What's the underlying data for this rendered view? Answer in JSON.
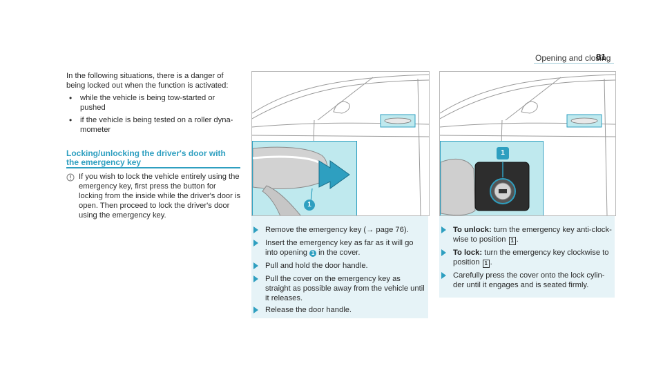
{
  "header": {
    "title": "Opening and closing",
    "page_number": "81"
  },
  "left": {
    "intro": "In the following situations, there is a danger of being locked out when the function is activated:",
    "bullets": [
      {
        "line1": "while the vehicle is being tow-started or",
        "line2": "pushed"
      },
      {
        "line1": "if the vehicle is being tested on a roller dyna-",
        "line2": "mometer"
      }
    ],
    "section_title": "Locking/unlocking the driver's door with the emergency key",
    "note": "If you wish to lock the vehicle entirely using the emergency key, first press the button for locking from the inside while the driver's door is open. Then proceed to lock the driver's door using the emergency key."
  },
  "figures": {
    "callout_label": "1"
  },
  "middle_steps": [
    {
      "pre": "Remove the emergency key (",
      "arrow": "→",
      "post": " page 76)."
    },
    {
      "pre": "Insert the emergency key as far as it will go into opening ",
      "ref": "1",
      "post": " in the cover."
    },
    {
      "text": "Pull and hold the door handle."
    },
    {
      "text": "Pull the cover on the emergency key as straight as possible away from the vehicle until it releases."
    },
    {
      "text": "Release the door handle."
    }
  ],
  "right_steps": [
    {
      "label": "To unlock:",
      "pre": " turn the emergency key anti-clock-wise to position ",
      "ref": "1",
      "post": "."
    },
    {
      "label": "To lock:",
      "pre": " turn the emergency key clockwise to position ",
      "ref": "1",
      "post": "."
    },
    {
      "text": "Carefully press the cover onto the lock cylin-der until it engages and is seated firmly."
    }
  ],
  "colors": {
    "accent": "#2e9fc0",
    "panel": "#e6f3f7",
    "inset": "#bfe9ee"
  }
}
